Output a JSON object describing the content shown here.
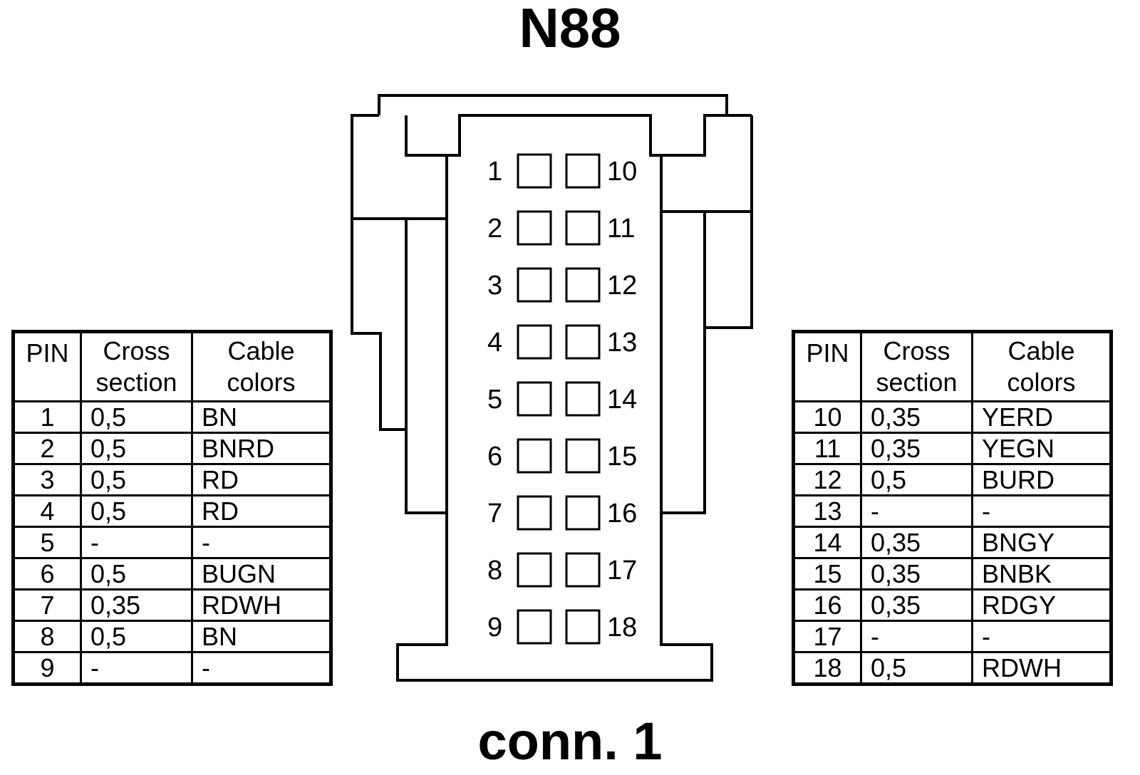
{
  "title": "N88",
  "subtitle": "conn. 1",
  "headers": {
    "pin": "PIN",
    "cross_section": [
      "Cross",
      "section"
    ],
    "cable_colors": [
      "Cable",
      "colors"
    ]
  },
  "left_table": [
    {
      "pin": "1",
      "cross_section": "0,5",
      "color": "BN"
    },
    {
      "pin": "2",
      "cross_section": "0,5",
      "color": "BNRD"
    },
    {
      "pin": "3",
      "cross_section": "0,5",
      "color": "RD"
    },
    {
      "pin": "4",
      "cross_section": "0,5",
      "color": "RD"
    },
    {
      "pin": "5",
      "cross_section": "-",
      "color": "-"
    },
    {
      "pin": "6",
      "cross_section": "0,5",
      "color": "BUGN"
    },
    {
      "pin": "7",
      "cross_section": "0,35",
      "color": "RDWH"
    },
    {
      "pin": "8",
      "cross_section": "0,5",
      "color": "BN"
    },
    {
      "pin": "9",
      "cross_section": "-",
      "color": "-"
    }
  ],
  "right_table": [
    {
      "pin": "10",
      "cross_section": "0,35",
      "color": "YERD"
    },
    {
      "pin": "11",
      "cross_section": "0,35",
      "color": "YEGN"
    },
    {
      "pin": "12",
      "cross_section": "0,5",
      "color": "BURD"
    },
    {
      "pin": "13",
      "cross_section": "-",
      "color": "-"
    },
    {
      "pin": "14",
      "cross_section": "0,35",
      "color": "BNGY"
    },
    {
      "pin": "15",
      "cross_section": "0,35",
      "color": "BNBK"
    },
    {
      "pin": "16",
      "cross_section": "0,35",
      "color": "RDGY"
    },
    {
      "pin": "17",
      "cross_section": "-",
      "color": "-"
    },
    {
      "pin": "18",
      "cross_section": "0,5",
      "color": "RDWH"
    }
  ],
  "connector_pins": {
    "left_column": [
      "1",
      "2",
      "3",
      "4",
      "5",
      "6",
      "7",
      "8",
      "9"
    ],
    "right_column": [
      "10",
      "11",
      "12",
      "13",
      "14",
      "15",
      "16",
      "17",
      "18"
    ]
  }
}
